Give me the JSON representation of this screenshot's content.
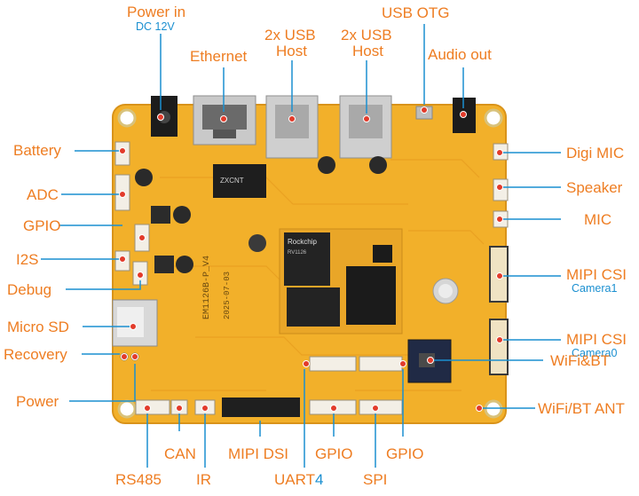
{
  "labels": {
    "power_in": "Power in",
    "power_in_sub": "DC 12V",
    "ethernet": "Ethernet",
    "usb_host_1_line1": "2x USB",
    "usb_host_1_line2": "Host",
    "usb_host_2_line1": "2x USB",
    "usb_host_2_line2": "Host",
    "usb_otg": "USB OTG",
    "audio_out": "Audio out",
    "battery": "Battery",
    "adc": "ADC",
    "gpio_left": "GPIO",
    "i2s": "I2S",
    "debug": "Debug",
    "micro_sd": "Micro SD",
    "recovery": "Recovery",
    "power": "Power",
    "digi_mic": "Digi MIC",
    "speaker": "Speaker",
    "mic": "MIC",
    "mipi_csi_1": "MIPI CSI",
    "mipi_csi_1_sub": "Camera1",
    "mipi_csi_0": "MIPI CSI",
    "mipi_csi_0_sub": "Camera0",
    "wifi_bt": "WiFi&BT",
    "wifi_bt_ant": "WiFi/BT ANT",
    "rs485": "RS485",
    "can": "CAN",
    "ir": "IR",
    "mipi_dsi": "MIPI DSI",
    "gpio_bottom_1": "GPIO",
    "uart4_prefix": "UART",
    "uart4_suffix": "4",
    "spi": "SPI",
    "gpio_bottom_2": "GPIO"
  },
  "board_markings": {
    "model": "EM1126B-P_V4",
    "date": "2025-07-03",
    "soc_brand": "Rockchip",
    "soc_part": "RV1126",
    "eth_chip": "ZXCNT"
  },
  "colors": {
    "label": "#ee7d22",
    "sublabel": "#1a8fd0",
    "leader": "#1a8fd0",
    "pcb": "#f2b02a",
    "pcb_edge": "#d9931a"
  }
}
